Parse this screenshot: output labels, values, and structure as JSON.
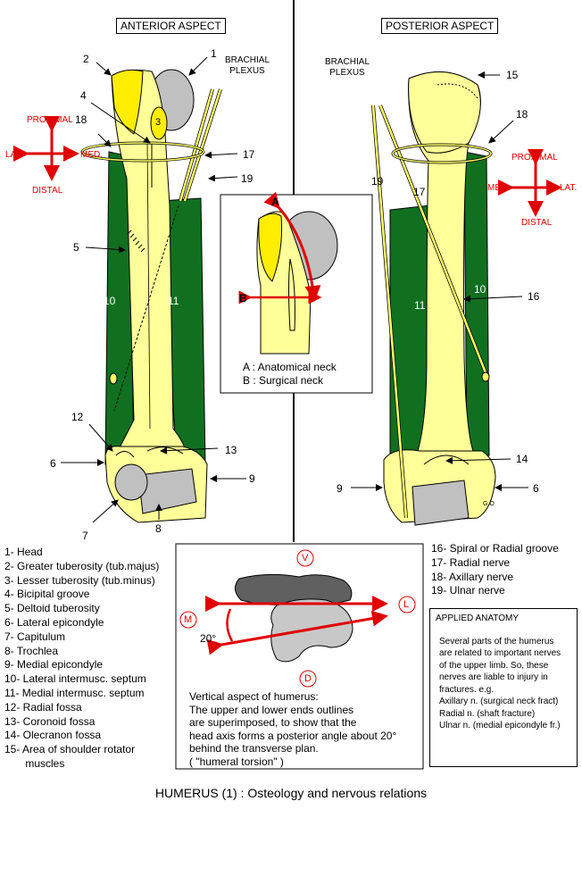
{
  "anterior": {
    "header": "ANTERIOR ASPECT",
    "brachial_plexus": [
      "BRACHIAL",
      "PLEXUS"
    ],
    "compass": {
      "up": "PROXIMAL",
      "down": "DISTAL",
      "left": "LAT.",
      "right": "MED."
    },
    "numbers": [
      "1",
      "2",
      "3",
      "4",
      "5",
      "6",
      "7",
      "8",
      "9",
      "10",
      "11",
      "12",
      "13",
      "17",
      "18",
      "19"
    ]
  },
  "posterior": {
    "header": "POSTERIOR ASPECT",
    "brachial_plexus": [
      "BRACHIAL",
      "PLEXUS"
    ],
    "compass": {
      "up": "PROXIMAL",
      "down": "DISTAL",
      "left": "MED.",
      "right": "LAT."
    },
    "numbers": [
      "6",
      "9",
      "10",
      "11",
      "14",
      "15",
      "16",
      "17",
      "18",
      "19"
    ],
    "signature": "G.O"
  },
  "inset": {
    "marker_a": "A",
    "marker_b": "B",
    "caption": [
      "A : Anatomical neck",
      "B : Surgical neck"
    ]
  },
  "legend_left": [
    "1-  Head",
    "2- Greater tuberosity (tub.majus)",
    "3- Lesser tuberosity (tub.minus)",
    "4-  Bicipital groove",
    "5- Deltoid tuberosity",
    "6- Lateral epicondyle",
    "7- Capitulum",
    "8- Trochlea",
    "9- Medial epicondyle",
    "10- Lateral intermusc. septum",
    "11- Medial intermusc. septum",
    "12- Radial fossa",
    "13- Coronoid fossa",
    "14- Olecranon fossa",
    "15-  Area of shoulder rotator",
    "       muscles"
  ],
  "legend_right": [
    "16- Spiral or Radial groove",
    "17- Radial nerve",
    "18- Axillary nerve",
    "19- Ulnar nerve"
  ],
  "torsion": {
    "markers": {
      "v": "V",
      "l": "L",
      "m": "M",
      "d": "D"
    },
    "angle": "20°",
    "text": [
      "Vertical aspect of humerus:",
      "The upper and lower ends outlines",
      "are superimposed, to show that the",
      "head axis forms a posterior angle about 20°",
      "behind the transverse plan.",
      " ( \"humeral torsion\" )"
    ]
  },
  "applied": {
    "title": "APPLIED ANATOMY",
    "body": "Several parts of the humerus\nare related to important nerves\nof the upper limb. So, these\nnerves are liable to injury in\nfractures. e.g.\n Axillary n. (surgical neck fract)\n Radial n. (shaft fracture)\n Ulnar n. (medial epicondyle fr.)"
  },
  "footer": "HUMERUS  (1) : Osteology and nervous relations",
  "colors": {
    "bone": "#ffff99",
    "tuberosity": "#ffee00",
    "head": "#c0c0c0",
    "septum": "#107020",
    "nerve": "#ffff66",
    "arrow_red": "#e00000"
  }
}
